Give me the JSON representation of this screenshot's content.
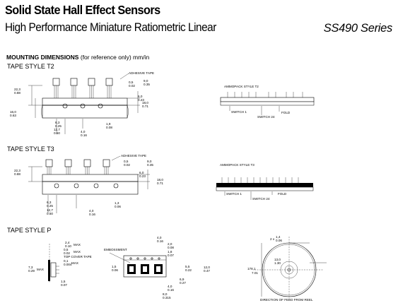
{
  "header": {
    "title": "Solid State Hall Effect Sensors",
    "subtitle": "High Performance Miniature Ratiometric Linear",
    "series": "SS490 Series"
  },
  "section": {
    "heading_bold": "MOUNTING DIMENSIONS",
    "heading_note": "(for reference only) mm/in"
  },
  "t2": {
    "label": "TAPE STYLE T2",
    "adhesive": "ADHESIVE TAPE",
    "dims": [
      "22,3",
      "0.88",
      "16,0",
      "0.63",
      "0,5",
      "0.02",
      "9,0",
      "0.35",
      "6,0",
      "0.23",
      "18,0",
      "0.71",
      "6,3",
      "0.25",
      "12,7",
      "0.50",
      "4,0",
      "0.16",
      "1,9",
      "0.08"
    ],
    "ammopack": "AMMOPACK STYLE T2",
    "switch1": "SWITCH 1",
    "switch24": "SWITCH 24",
    "fold": "FOLD"
  },
  "t3": {
    "label": "TAPE STYLE T3",
    "adhesive": "ADHESIVE TAPE",
    "dims": [
      "22,3",
      "0.88",
      "0,5",
      "0.02",
      "9,0",
      "0.35",
      "6,0",
      "0.23",
      "18,0",
      "0.71",
      "6,3",
      "0.25",
      "12,7",
      "0.50",
      "4,0",
      "0.16",
      "1,3",
      "0.06"
    ],
    "ammopack": "AMMOPACK STYLE T3",
    "switch1": "SWITCH 1",
    "switch24": "SWITCH 24",
    "fold": "FOLD"
  },
  "p": {
    "label": "TAPE STYLE P",
    "dims": [
      "2,4",
      "0.10",
      "0,5",
      "0.02",
      "MAX",
      "MAX",
      "0,1",
      "0.004",
      "MAX",
      "7,3",
      "0.29",
      "MAX",
      "1,5",
      "0.07"
    ],
    "top_cover": "TOP COVER TAPE",
    "embossment": "EMBOSSMENT",
    "center_dims": [
      "4,0",
      "0.16",
      "2,0",
      "0.08",
      "1,8",
      "0.07",
      "1,5",
      "0.06",
      "5,5",
      "0.22",
      "12,0",
      "0.47",
      "6,9",
      "0.27",
      "4,0",
      "0.16",
      "8,0",
      "0.315"
    ],
    "reel_dims": [
      "2 x",
      "1,4",
      "0.06",
      "13,0",
      "1.30",
      "178,1",
      "7.01"
    ],
    "feed": "DIRECTION OF FEED FROM REEL"
  }
}
